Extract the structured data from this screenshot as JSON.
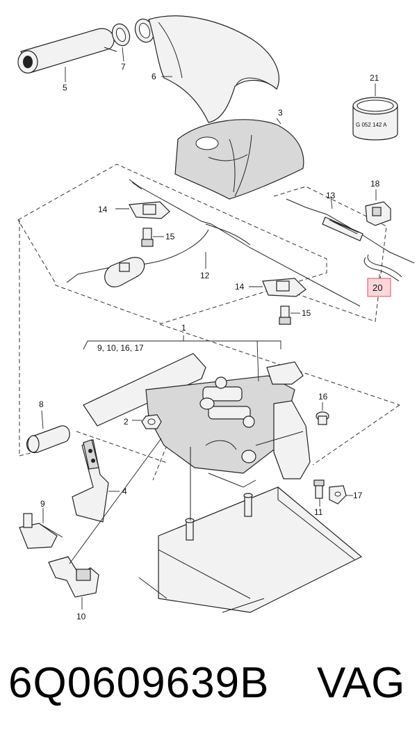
{
  "diagram": {
    "callouts": {
      "c1": "1",
      "c1_sub": "9, 10, 16, 17",
      "c2": "2",
      "c3": "3",
      "c4": "4",
      "c5": "5",
      "c6": "6",
      "c7": "7",
      "c8": "8",
      "c9": "9",
      "c10": "10",
      "c11": "11",
      "c12": "12",
      "c13": "13",
      "c14a": "14",
      "c14b": "14",
      "c15a": "15",
      "c15b": "15",
      "c16": "16",
      "c17": "17",
      "c18": "18",
      "c20": "20",
      "c21": "21"
    },
    "highlighted_callout": "20",
    "highlight_color": "#f9d7db",
    "highlight_border": "#d9535f",
    "part_21_label": "G 052 142 A"
  },
  "footer": {
    "part_number": "6Q0609639B",
    "brand": "VAG"
  }
}
